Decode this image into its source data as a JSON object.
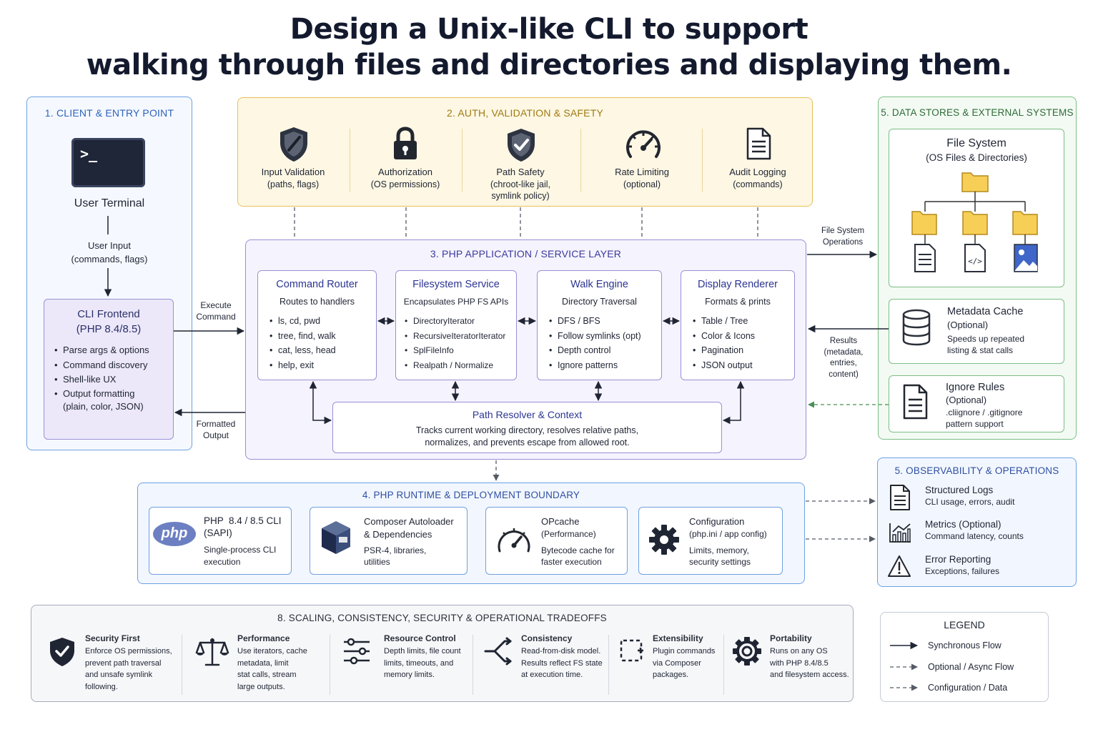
{
  "title": {
    "line1": "Design a Unix-like CLI to support",
    "line2": "walking through files and directories and displaying them."
  },
  "colors": {
    "client": "#3f7fd6",
    "auth": "#e0b84a",
    "app": "#8d7ccb",
    "runtime": "#4c83cf",
    "stores": "#5aa867",
    "obs": "#4c83cf",
    "tradeoffs": "#9aa0ad"
  },
  "client": {
    "title": "1. CLIENT & ENTRY POINT",
    "terminal_icon": "terminal-icon",
    "terminal_glyph": ">_",
    "terminal_label": "User Terminal",
    "input_label": "User Input\n(commands, flags)",
    "frontend": {
      "title": "CLI Frontend",
      "subtitle": "(PHP 8.4/8.5)",
      "items": [
        "Parse args & options",
        "Command discovery",
        "Shell-like UX",
        "Output formatting\n(plain, color, JSON)"
      ]
    }
  },
  "auth": {
    "title": "2.  AUTH, VALIDATION & SAFETY",
    "items": [
      {
        "icon": "shield-icon",
        "label": "Input Validation",
        "desc": "(paths, flags)"
      },
      {
        "icon": "lock-icon",
        "label": "Authorization",
        "desc": "(OS permissions)"
      },
      {
        "icon": "shield-check-icon",
        "label": "Path Safety",
        "desc": "(chroot-like jail,\nsymlink policy)"
      },
      {
        "icon": "gauge-icon",
        "label": "Rate Limiting",
        "desc": "(optional)"
      },
      {
        "icon": "document-icon",
        "label": "Audit Logging",
        "desc": "(commands)"
      }
    ]
  },
  "app": {
    "title": "3. PHP APPLICATION / SERVICE LAYER",
    "cards": [
      {
        "title": "Command Router",
        "subtitle": "Routes to handlers",
        "items": [
          "ls, cd, pwd",
          "tree, find, walk",
          "cat, less, head",
          "help, exit"
        ]
      },
      {
        "title": "Filesystem Service",
        "subtitle": "Encapsulates PHP FS APIs",
        "items": [
          "DirectoryIterator",
          "RecursiveIteratorIterator",
          "SplFileInfo",
          "Realpath / Normalize"
        ]
      },
      {
        "title": "Walk Engine",
        "subtitle": "Directory Traversal",
        "items": [
          "DFS / BFS",
          "Follow symlinks (opt)",
          "Depth control",
          "Ignore patterns"
        ]
      },
      {
        "title": "Display Renderer",
        "subtitle": "Formats & prints",
        "items": [
          "Table / Tree",
          "Color & Icons",
          "Pagination",
          "JSON output"
        ]
      }
    ],
    "resolver": {
      "title": "Path Resolver & Context",
      "desc": "Tracks current working directory, resolves relative paths,\nnormalizes, and prevents escape from allowed root."
    }
  },
  "flows": {
    "execute": "Execute\nCommand",
    "formatted": "Formatted\nOutput",
    "fs_ops": "File System\nOperations",
    "results": "Results\n(metadata,\nentries,\ncontent)"
  },
  "stores": {
    "title": "5. DATA STORES & EXTERNAL SYSTEMS",
    "fs": {
      "title": "File System",
      "subtitle": "(OS Files & Directories)"
    },
    "cache": {
      "title": "Metadata Cache",
      "subtitle": "(Optional)",
      "desc": "Speeds up repeated\nlisting & stat calls",
      "icon": "database-icon"
    },
    "ignore": {
      "title": "Ignore Rules",
      "subtitle": "(Optional)",
      "desc": ".cliignore / .gitignore\npattern support",
      "icon": "document-icon"
    }
  },
  "runtime": {
    "title": "4. PHP RUNTIME & DEPLOYMENT BOUNDARY",
    "cards": [
      {
        "icon": "php-logo",
        "logo_text": "php",
        "title": "PHP  8.4 / 8.5 CLI\n(SAPI)",
        "desc": "Single-process CLI\nexecution"
      },
      {
        "icon": "package-icon",
        "title": "Composer Autoloader\n& Dependencies",
        "desc": "PSR-4, libraries,\nutilities"
      },
      {
        "icon": "gauge-icon",
        "title": "OPcache",
        "sub": "(Performance)",
        "desc": "Bytecode cache for\nfaster execution"
      },
      {
        "icon": "gear-icon",
        "title": "Configuration",
        "sub": "(php.ini / app config)",
        "desc": "Limits, memory,\nsecurity settings"
      }
    ]
  },
  "obs": {
    "title": "5. OBSERVABILITY & OPERATIONS",
    "items": [
      {
        "icon": "document-icon",
        "title": "Structured Logs",
        "desc": "CLI usage, errors, audit"
      },
      {
        "icon": "chart-icon",
        "title": "Metrics (Optional)",
        "desc": "Command latency, counts"
      },
      {
        "icon": "warning-icon",
        "title": "Error Reporting",
        "desc": "Exceptions, failures"
      }
    ]
  },
  "tradeoffs": {
    "title": "8. SCALING, CONSISTENCY, SECURITY & OPERATIONAL TRADEOFFS",
    "items": [
      {
        "icon": "shield-check-icon",
        "title": "Security First",
        "desc": "Enforce OS permissions,\nprevent path traversal\nand unsafe symlink\nfollowing."
      },
      {
        "icon": "scales-icon",
        "title": "Performance",
        "desc": "Use iterators, cache\nmetadata, limit\nstat calls, stream\nlarge outputs."
      },
      {
        "icon": "sliders-icon",
        "title": "Resource Control",
        "desc": "Depth limits, file count\nlimits, timeouts, and\nmemory limits."
      },
      {
        "icon": "branch-icon",
        "title": "Consistency",
        "desc": "Read-from-disk model.\nResults reflect FS state\nat execution time."
      },
      {
        "icon": "plugin-icon",
        "title": "Extensibility",
        "desc": "Plugin commands\nvia Composer\npackages."
      },
      {
        "icon": "gear-icon",
        "title": "Portability",
        "desc": "Runs on any OS\nwith PHP 8.4/8.5\nand filesystem access."
      }
    ]
  },
  "legend": {
    "title": "LEGEND",
    "items": [
      "Synchronous Flow",
      "Optional / Async Flow",
      "Configuration / Data"
    ]
  }
}
